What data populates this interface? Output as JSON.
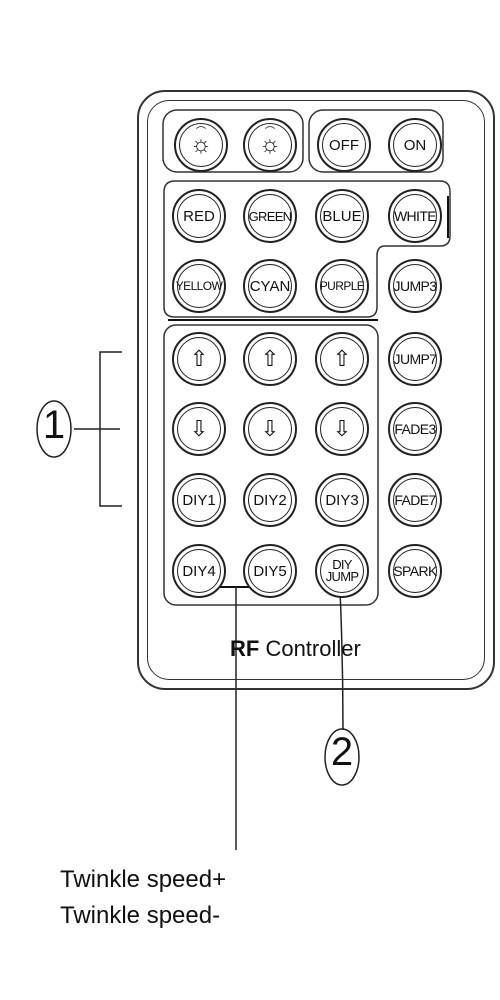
{
  "remote": {
    "caption_bold": "RF",
    "caption_rest": " Controller",
    "rows": {
      "r1": {
        "dim_left": "☼",
        "dim_right": "☼",
        "off": "OFF",
        "on": "ON"
      },
      "r2": [
        "RED",
        "GREEN",
        "BLUE",
        "WHITE"
      ],
      "r3": [
        "YELLOW",
        "CYAN",
        "PURPLE",
        "JUMP3"
      ],
      "r4": [
        "⇧",
        "⇧",
        "⇧",
        "JUMP7"
      ],
      "r5": [
        "⇩",
        "⇩",
        "⇩",
        "FADE3"
      ],
      "r6": [
        "DIY1",
        "DIY2",
        "DIY3",
        "FADE7"
      ],
      "r7": {
        "diy4": "DIY4",
        "diy5": "DIY5",
        "diyjump_top": "DIY",
        "diyjump_bottom": "JUMP",
        "spark": "SPARK"
      }
    }
  },
  "callouts": {
    "one": "1",
    "two": "2"
  },
  "annotation": {
    "line1": "Twinkle speed+",
    "line2": "Twinkle speed-"
  }
}
